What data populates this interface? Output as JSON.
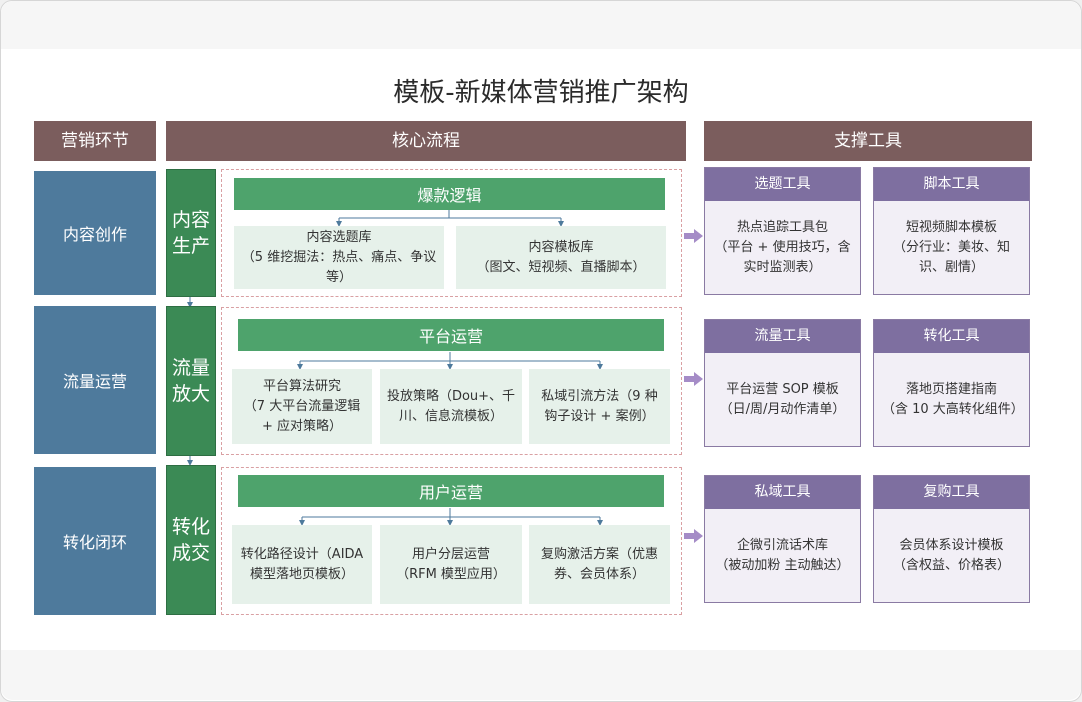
{
  "title": "模板-新媒体营销推广架构",
  "headers": {
    "stages": "营销环节",
    "process": "核心流程",
    "tools": "支撑工具"
  },
  "rows": [
    {
      "stage": "内容创作",
      "process": "内容生产",
      "bar": "爆款逻辑",
      "boxes": [
        "内容选题库\n（5 维挖掘法：热点、痛点、争议等）",
        "内容模板库\n（图文、短视频、直播脚本）"
      ],
      "tools": [
        {
          "title": "选题工具",
          "body": "热点追踪工具包\n（平台 + 使用技巧，含实时监测表）"
        },
        {
          "title": "脚本工具",
          "body": "短视频脚本模板\n（分行业：美妆、知识、剧情）"
        }
      ]
    },
    {
      "stage": "流量运营",
      "process": "流量放大",
      "bar": "平台运营",
      "boxes": [
        "平台算法研究\n（7 大平台流量逻辑 + 应对策略）",
        "投放策略（Dou+、千川、信息流模板）",
        "私域引流方法（9 种钩子设计 + 案例）"
      ],
      "tools": [
        {
          "title": "流量工具",
          "body": "平台运营 SOP 模板\n（日/周/月动作清单）"
        },
        {
          "title": "转化工具",
          "body": "落地页搭建指南\n（含 10 大高转化组件）"
        }
      ]
    },
    {
      "stage": "转化闭环",
      "process": "转化成交",
      "bar": "用户运营",
      "boxes": [
        "转化路径设计（AIDA 模型落地页模板）",
        "用户分层运营\n（RFM 模型应用）",
        "复购激活方案（优惠券、会员体系）"
      ],
      "tools": [
        {
          "title": "私域工具",
          "body": "企微引流话术库\n（被动加粉 主动触达）"
        },
        {
          "title": "复购工具",
          "body": "会员体系设计模板\n（含权益、价格表）"
        }
      ]
    }
  ],
  "colors": {
    "header": "#7b5d5d",
    "stage": "#4e7a9c",
    "process": "#3b8a55",
    "bar": "#4ea36c",
    "box": "#e6f1ea",
    "tool_header": "#7e6fa0",
    "arrow": "#a58cc7",
    "dash": "#d9a0a3"
  }
}
